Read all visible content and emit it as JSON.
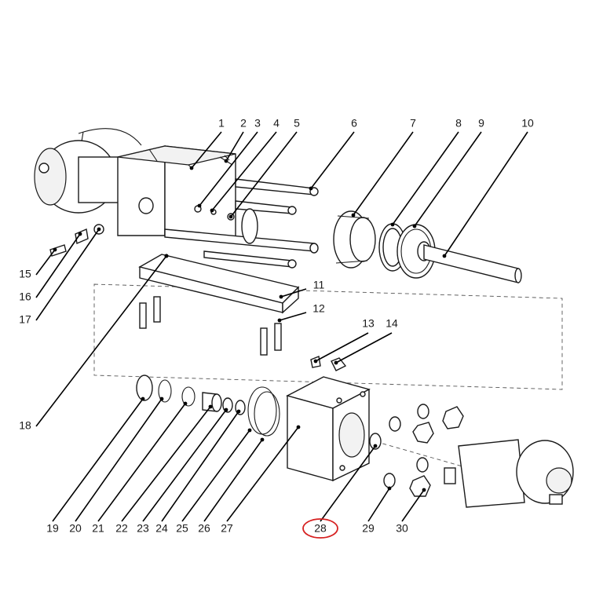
{
  "diagram": {
    "highlight_color": "#d62020",
    "highlighted_part": "28",
    "callouts": [
      "1",
      "2",
      "3",
      "4",
      "5",
      "6",
      "7",
      "8",
      "9",
      "10",
      "11",
      "12",
      "13",
      "14",
      "15",
      "16",
      "17",
      "18",
      "19",
      "20",
      "21",
      "22",
      "23",
      "24",
      "25",
      "26",
      "27",
      "28",
      "29",
      "30"
    ]
  }
}
